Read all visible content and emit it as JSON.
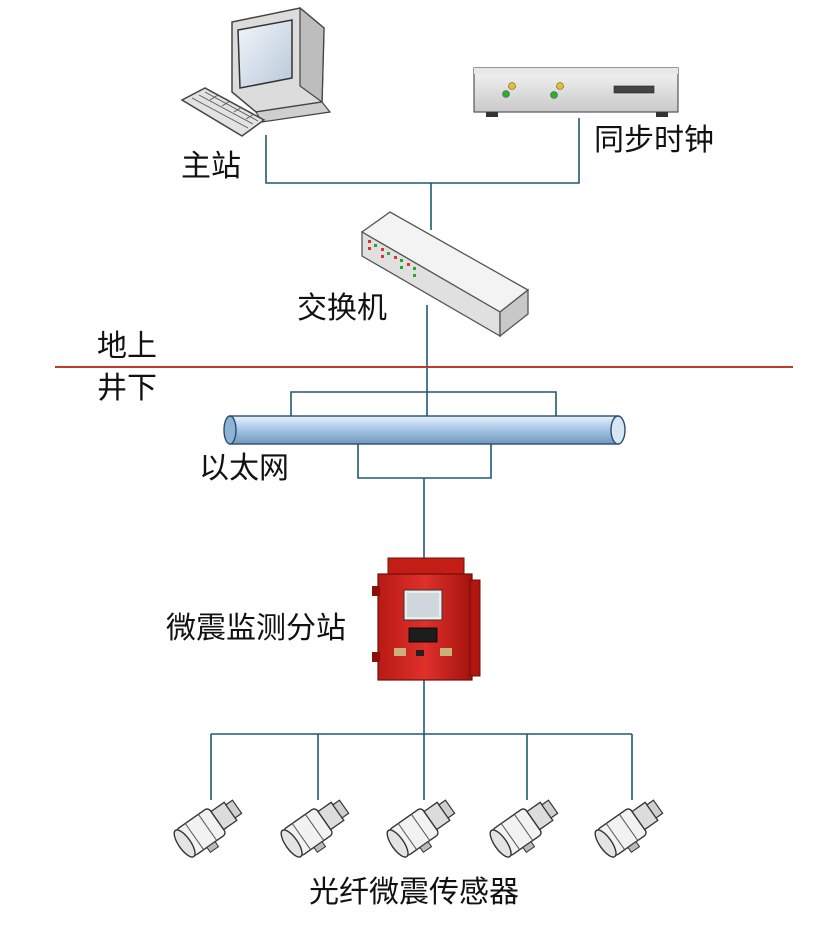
{
  "labels": {
    "master_station": "主站",
    "sync_clock": "同步时钟",
    "switch": "交换机",
    "above_ground": "地上",
    "underground": "井下",
    "ethernet": "以太网",
    "substation": "微震监测分站",
    "sensors": "光纤微震传感器"
  },
  "colors": {
    "line": "#1f5b6e",
    "boundary": "#c0392b",
    "pipe": "#a9c9e6",
    "cabinet": "#d7261e"
  },
  "sensor_count": 5
}
